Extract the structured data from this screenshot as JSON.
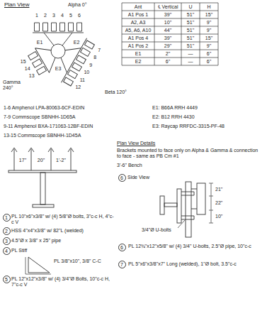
{
  "diagram": {
    "title": "Plan View",
    "nodes": [
      {
        "text": [
          "1"
        ]
      },
      {
        "text": [
          "2"
        ]
      },
      {
        "text": [
          "3"
        ]
      },
      {
        "text": [
          "4"
        ]
      },
      {
        "text": [
          "5"
        ]
      },
      {
        "text": [
          "6"
        ]
      },
      {
        "text": [
          "6"
        ]
      },
      {
        "text": [
          "7"
        ]
      }
    ],
    "labels": [
      "Alpha 0°",
      "Beta 120°",
      "Gamma 240°",
      "1",
      "2",
      "3",
      "4",
      "5",
      "6",
      "7",
      "8",
      "9",
      "10",
      "11",
      "12",
      "13",
      "14",
      "15",
      "E1",
      "E2",
      "E3",
      "Ant",
      "℄ Vertical",
      "U",
      "H",
      "A1 Pos 1",
      "39\"",
      "51\"",
      "15\"",
      "A2, A3",
      "10\"",
      "51\"",
      "9\"",
      "A5, A6, A10",
      "44\"",
      "51\"",
      "9\"",
      "A1 Pos 4",
      "39\"",
      "51\"",
      "15\"",
      "A1 Pos 2",
      "29\"",
      "51\"",
      "9\"",
      "E1",
      "2\"",
      "—",
      "6\"",
      "E2",
      "6\"",
      "—",
      "6\"",
      "1-6 Amphenol LPA-80063-6CF-EDIN",
      "7-9 Commscope SBNHH-1D65A",
      "9-11 Amphenol BXA-171063-12BF-EDIN",
      "13-15 Commscope SBNHH-1D45A",
      "E1: B66A RRH 4449",
      "E2: B12 RRH 4430",
      "E3: Raycap RRFDC-3315-PF-48",
      "Plan View Details",
      "Brackets mounted to face only on Alpha & Gamma & connection to face - same as PB Cm #1",
      "3'-6\" Bench",
      "17\"",
      "20\"",
      "1'-2\"",
      "Side View",
      "21\"",
      "22\"",
      "10\"",
      "3/4\"Ø U-bolts",
      "PL 10\"x6\"x3/8\" w/ (4) 5/8\"Ø bolts, 3\"c-c H, 4\"c-c V",
      "HSS 4\"x4\"x3/8\" w/ 82\"L (welded)",
      "4.5\"Ø x 3/8\" x 25\" pipe",
      "PL Stiff",
      "PL 3/8\"x10\", 3/8\" C-C",
      "PL 12\"x12\"x3/8\" w/ (4) 3/4\"Ø Bolts, 10\"c-c H, 7\"c-c V",
      "PL 12¾\"x12\"x5/8\" w/ (4) 3/4\" U-bolts, 2.5\"Ø pipe, 10\"c-c",
      "PL 5\"x6\"x3/8\"x7\" Long (welded), 1\"Ø bolt, 3.5\"c-c"
    ]
  }
}
